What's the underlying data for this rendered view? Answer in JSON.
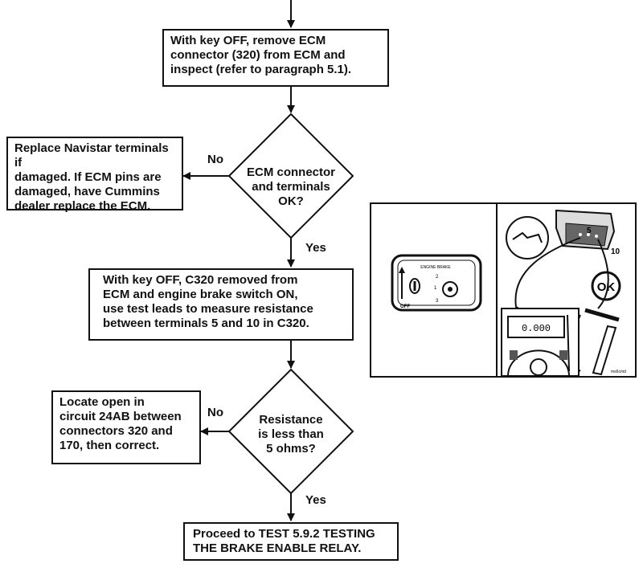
{
  "steps": {
    "remove_connector": "With key OFF, remove ECM\nconnector (320) from ECM and\ninspect (refer to paragraph 5.1).",
    "replace_terminals": "Replace Navistar terminals if\ndamaged. If ECM pins are\ndamaged, have Cummins\ndealer replace the ECM.",
    "measure_resistance": "With key OFF, C320 removed from\nECM and engine brake switch ON,\nuse test leads to measure resistance\nbetween terminals 5 and 10 in C320.",
    "locate_open": "Locate open in\ncircuit 24AB between\nconnectors 320 and\n170, then correct.",
    "proceed": "Proceed to TEST 5.9.2 TESTING\nTHE BRAKE ENABLE RELAY."
  },
  "decisions": {
    "connector_ok": "ECM connector\nand terminals\nOK?",
    "resistance": "Resistance\nis less than\n5 ohms?"
  },
  "labels": {
    "no": "No",
    "yes": "Yes"
  },
  "illustration": {
    "meter_reading": "0.000",
    "ok_badge": "OK",
    "terminal_5": "5",
    "terminal_10": "10",
    "switch_off": "OFF",
    "switch_title": "ENGINE BRAKE",
    "figure_code": "ms6cmd"
  }
}
